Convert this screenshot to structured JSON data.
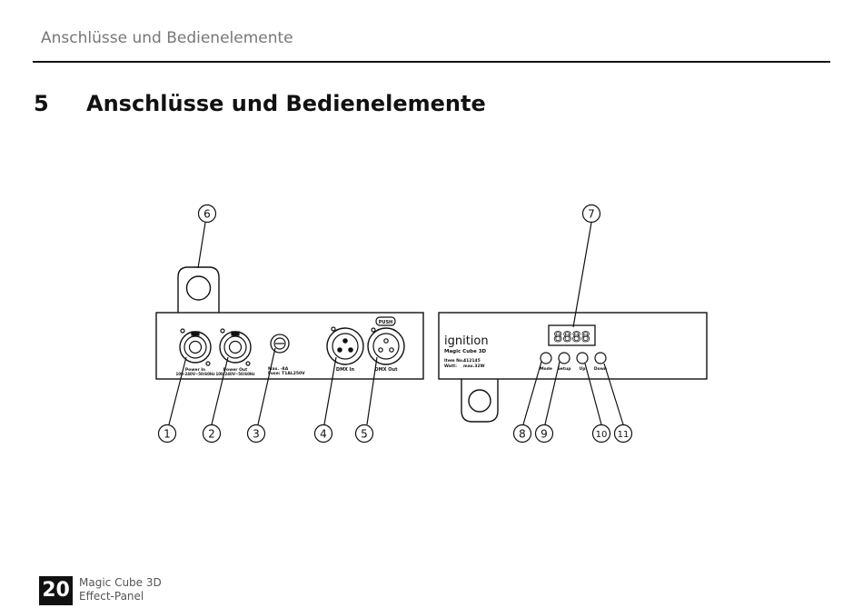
{
  "header": {
    "running_title": "Anschlüsse und Bedienelemente"
  },
  "chapter": {
    "number": "5",
    "title": "Anschlüsse und Bedienelemente"
  },
  "figure": {
    "rear_panel": {
      "power_in_label": "Power In",
      "power_in_spec": "100-240V~50/60Hz",
      "power_out_label": "Power Out",
      "power_out_spec": "100-240V~50/60Hz",
      "fuse_max": "Max. -8A",
      "fuse_spec": "Fuse: T1AL250V",
      "dmx_in_label": "DMX In",
      "dmx_out_label": "DMX Out",
      "push_label": "PUSH"
    },
    "front_panel": {
      "brand": "ignition",
      "model": "Magic Cube 3D",
      "item_no_label": "Item No.:",
      "item_no_value": "412145",
      "watt_label": "Watt:",
      "watt_value": "max.32W",
      "display_value": "8888",
      "buttons": [
        "Mode",
        "Setup",
        "Up",
        "Down"
      ]
    },
    "callouts": [
      "1",
      "2",
      "3",
      "4",
      "5",
      "6",
      "7",
      "8",
      "9",
      "10",
      "11"
    ]
  },
  "footer": {
    "page_number": "20",
    "product_name": "Magic Cube 3D",
    "product_type": "Effect-Panel"
  }
}
